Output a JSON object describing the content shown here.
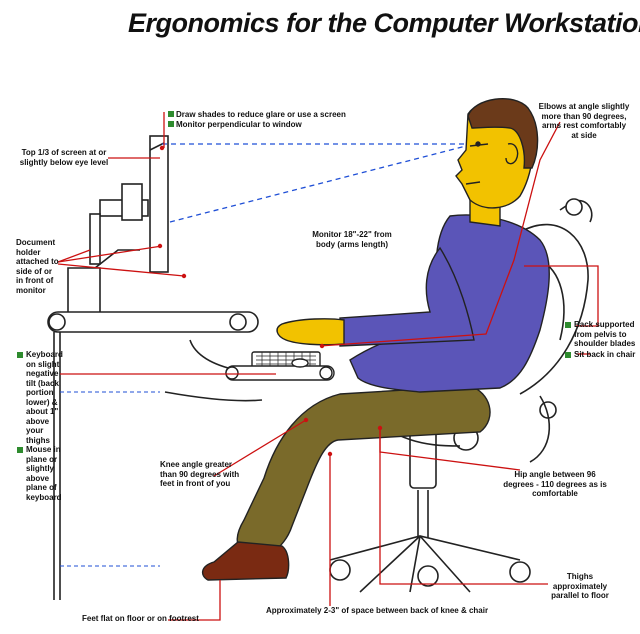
{
  "title": "Ergonomics for the Computer Workstation",
  "labels": {
    "shades": "Draw shades to reduce glare or use a screen",
    "perpendicular": "Monitor perpendicular to window",
    "top_screen": "Top 1/3 of screen at or slightly below eye level",
    "elbows": "Elbows at angle slightly more than 90 degrees, arms rest comfortably at side",
    "document": "Document holder attached to side of or in front of monitor",
    "monitor_distance": "Monitor 18\"-22\" from body (arms length)",
    "back_support": "Back supported from pelvis to shoulder blades",
    "sit_back": "Sit back in chair",
    "keyboard": "Keyboard on slight negative tilt (back portion lower) & about 1\" above your thighs",
    "mouse": "Mouse in plane or slightly above plane of keyboard",
    "knee": "Knee angle greater than 90 degrees with feet in front of you",
    "hip": "Hip angle between 96 degrees - 110 degrees as is comfortable",
    "thighs": "Thighs approximately parallel to floor",
    "feet": "Feet flat on floor or on footrest",
    "space": "Approximately 2-3\" of space between back of knee & chair"
  },
  "colors": {
    "leader": "#cc1111",
    "bullet": "#2e8b2e",
    "skin": "#f2c200",
    "shirt": "#5b55b8",
    "pants": "#7a6a2a",
    "hair": "#6b3a1a",
    "shoe": "#7a2a12",
    "outline": "#222222",
    "sightline": "#1f4fd6"
  }
}
